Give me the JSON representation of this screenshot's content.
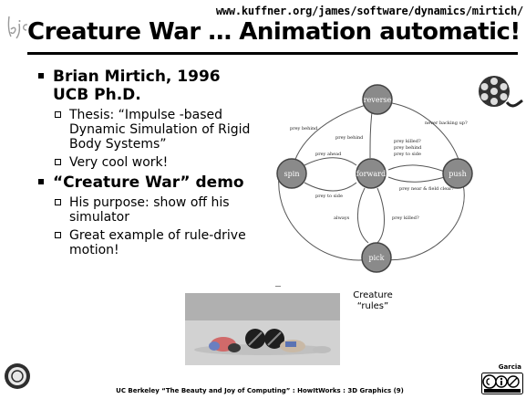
{
  "header": {
    "url": "www.kuffner.org/james/software/dynamics/mirtich/",
    "title": "Creature War … Animation automatic!"
  },
  "bullets": [
    {
      "text": "Brian Mirtich, 1996",
      "sub": []
    },
    {
      "text": "UCB Ph.D.",
      "sub": []
    },
    {
      "text": "",
      "sub": [
        "Thesis: “Impulse -based Dynamic Simulation of Rigid Body Systems”",
        "Very cool work!"
      ]
    },
    {
      "text": "“Creature War” demo",
      "sub": [
        "His purpose: show off his simulator",
        "Great example of rule-drive motion!"
      ]
    }
  ],
  "diagram": {
    "nodes": {
      "reverse": "reverse",
      "spin": "spin",
      "forward": "forward",
      "push": "push",
      "pick": "pick"
    },
    "edges": {
      "rev_spin": "prey behind",
      "rev_fwd": "prey behind",
      "fwd_spin_top": "prey ahead",
      "fwd_spin_bottom": "prey to side",
      "rev_push": "never backing up?",
      "fwd_push_a": "prey killed?",
      "fwd_push_b": "prey behind",
      "fwd_push_c": "prey to side",
      "fwd_push_d": "prey near & field clear?",
      "fwd_pick_l": "always",
      "fwd_pick_r": "prey killed?"
    },
    "caption_line1": "Creature",
    "caption_line2": "“rules”"
  },
  "footer": {
    "text": "UC Berkeley “The Beauty and Joy of Computing” : HowItWorks : 3D Graphics (9)",
    "author": "Garcia"
  },
  "colors": {
    "node_fill": "#8a8a8a",
    "node_edge": "#444444",
    "rule": "#000000"
  }
}
